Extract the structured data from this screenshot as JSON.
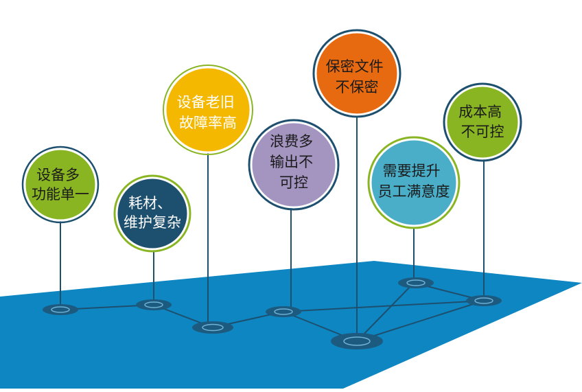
{
  "bubbles": [
    {
      "id": "multi-function",
      "lines": [
        "设备多",
        "功能单一"
      ],
      "fill": "#8ab523",
      "text_color": "#1a1a1a"
    },
    {
      "id": "consumables",
      "lines": [
        "耗材、",
        "维护复杂"
      ],
      "fill": "#1d4f6e",
      "text_color": "#ffffff"
    },
    {
      "id": "aging-equipment",
      "lines": [
        "设备老旧",
        "故障率高"
      ],
      "fill": "#f5b800",
      "text_color": "#ffffff"
    },
    {
      "id": "waste-output",
      "lines": [
        "浪费多",
        "输出不",
        "可控"
      ],
      "fill": "#a394c0",
      "text_color": "#1a1a1a"
    },
    {
      "id": "confidential-files",
      "lines": [
        "保密文件",
        "不保密"
      ],
      "fill": "#e86a10",
      "text_color": "#1a1a1a"
    },
    {
      "id": "staff-satisfaction",
      "lines": [
        "需要提升",
        "员工满意度"
      ],
      "fill": "#4aaec8",
      "text_color": "#1a1a1a"
    },
    {
      "id": "high-cost",
      "lines": [
        "成本高",
        "不可控"
      ],
      "fill": "#8ab523",
      "text_color": "#1a1a1a"
    }
  ],
  "colors": {
    "plane": "#0e86c2",
    "outline": "#1d4f6e",
    "bubble_border": "#ffffff",
    "node_fill": "#1d5a80",
    "node_ring": "#6fb3d6",
    "connector": "#1d4f6e"
  }
}
